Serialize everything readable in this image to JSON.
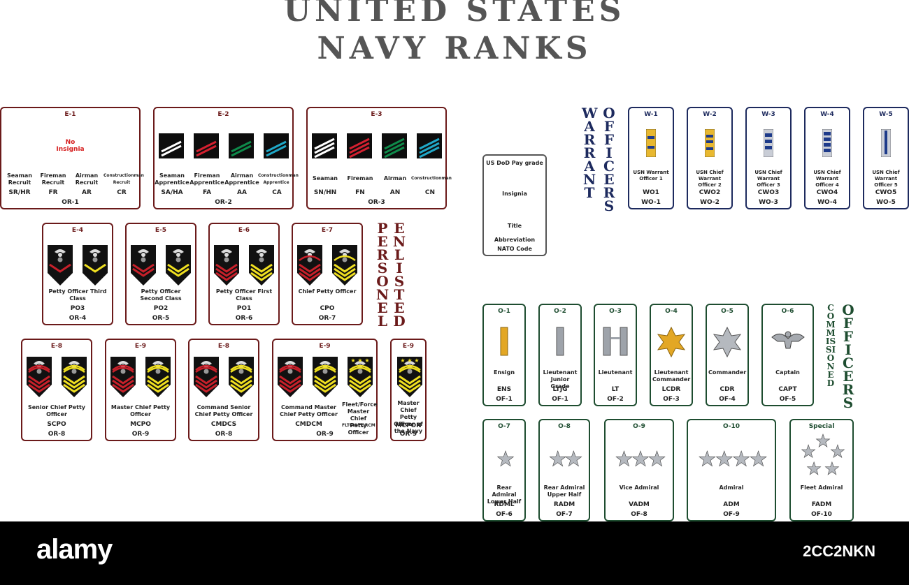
{
  "title": {
    "line1": "UNITED STATES",
    "line2": "NAVY RANKS"
  },
  "colors": {
    "enlisted": "#6b1a1a",
    "warrant": "#1d2a5e",
    "commissioned": "#1e4d30",
    "red": "#c8202a",
    "yellow": "#f0e020",
    "green": "#0e8a4a",
    "cyan": "#20a8c8",
    "gold": "#e8b830"
  },
  "legend": {
    "grade": "US DoD Pay grade",
    "insignia": "Insignia",
    "title": "Title",
    "abbr": "Abbreviation",
    "nato": "NATO Code"
  },
  "section_labels": {
    "enlisted_a": "PERSONEL",
    "enlisted_b": "ENLISTED",
    "warrant_a": "WARRANT",
    "warrant_b": "OFFICERS",
    "comm_a": "COMMISSIONED",
    "comm_b": "OFFICERS"
  },
  "e1": {
    "grade": "E-1",
    "no_insignia": "No Insignia",
    "nato": "OR-1",
    "cols": [
      {
        "title": "Seaman Recruit",
        "abbr": "SR/HR"
      },
      {
        "title": "Fireman Recruit",
        "abbr": "FR"
      },
      {
        "title": "Airman Recruit",
        "abbr": "AR"
      },
      {
        "title": "Constructionman Recruit",
        "abbr": "CR"
      }
    ]
  },
  "e2": {
    "grade": "E-2",
    "nato": "OR-2",
    "cols": [
      {
        "title": "Seaman Apprentice",
        "abbr": "SA/HA"
      },
      {
        "title": "Fireman Apprentice",
        "abbr": "FA"
      },
      {
        "title": "Airman Apprentice",
        "abbr": "AA"
      },
      {
        "title": "Constructionman Apprentice",
        "abbr": "CA"
      }
    ]
  },
  "e3": {
    "grade": "E-3",
    "nato": "OR-3",
    "cols": [
      {
        "title": "Seaman",
        "abbr": "SN/HN"
      },
      {
        "title": "Fireman",
        "abbr": "FN"
      },
      {
        "title": "Airman",
        "abbr": "AN"
      },
      {
        "title": "Constructionman",
        "abbr": "CN"
      }
    ]
  },
  "enlisted_row2": [
    {
      "grade": "E-4",
      "title": "Petty Officer Third Class",
      "abbr": "PO3",
      "nato": "OR-4"
    },
    {
      "grade": "E-5",
      "title": "Petty Officer Second Class",
      "abbr": "PO2",
      "nato": "OR-5"
    },
    {
      "grade": "E-6",
      "title": "Petty Officer First Class",
      "abbr": "PO1",
      "nato": "OR-6"
    },
    {
      "grade": "E-7",
      "title": "Chief Petty Officer",
      "abbr": "CPO",
      "nato": "OR-7"
    }
  ],
  "enlisted_row3": [
    {
      "grade": "E-8",
      "title": "Senior Chief Petty Officer",
      "abbr": "SCPO",
      "nato": "OR-8"
    },
    {
      "grade": "E-9",
      "title": "Master Chief Petty Officer",
      "abbr": "MCPO",
      "nato": "OR-9"
    },
    {
      "grade": "E-8",
      "title": "Command Senior Chief Petty Officer",
      "abbr": "CMDCS",
      "nato": "OR-8"
    },
    {
      "grade": "E-9",
      "title_a": "Command Master Chief Petty Officer",
      "abbr_a": "CMDCM",
      "title_b": "Fleet/Force Master Chief Petty Officer",
      "abbr_b": "FLTCM/FORCM",
      "nato": "OR-9"
    },
    {
      "grade": "E-9",
      "title": "Master Chief Petty Officer of the Navy",
      "abbr": "MCPON",
      "nato": "OR-9"
    }
  ],
  "warrant": [
    {
      "grade": "W-1",
      "title": "USN Warrant Officer 1",
      "abbr": "WO1",
      "nato": "WO-1"
    },
    {
      "grade": "W-2",
      "title": "USN Chief Warrant Officer 2",
      "abbr": "CWO2",
      "nato": "WO-2"
    },
    {
      "grade": "W-3",
      "title": "USN Chief Warrant Officer 3",
      "abbr": "CWO3",
      "nato": "WO-3"
    },
    {
      "grade": "W-4",
      "title": "USN Chief Warrant Officer 4",
      "abbr": "CWO4",
      "nato": "WO-4"
    },
    {
      "grade": "W-5",
      "title": "USN Chief Warrant Officer 5",
      "abbr": "CWO5",
      "nato": "WO-5"
    }
  ],
  "officers_row1": [
    {
      "grade": "O-1",
      "title": "Ensign",
      "abbr": "ENS",
      "nato": "OF-1"
    },
    {
      "grade": "O-2",
      "title": "Lieutenant Junior Grade",
      "abbr": "LTJG",
      "nato": "OF-1"
    },
    {
      "grade": "O-3",
      "title": "Lieutenant",
      "abbr": "LT",
      "nato": "OF-2"
    },
    {
      "grade": "O-4",
      "title": "Lieutenant Commander",
      "abbr": "LCDR",
      "nato": "OF-3"
    },
    {
      "grade": "O-5",
      "title": "Commander",
      "abbr": "CDR",
      "nato": "OF-4"
    },
    {
      "grade": "O-6",
      "title": "Captain",
      "abbr": "CAPT",
      "nato": "OF-5"
    }
  ],
  "officers_row2": [
    {
      "grade": "O-7",
      "title": "Rear Admiral Lower Half",
      "abbr": "RDML",
      "nato": "OF-6",
      "stars": 1
    },
    {
      "grade": "O-8",
      "title": "Rear Admiral Upper Half",
      "abbr": "RADM",
      "nato": "OF-7",
      "stars": 2
    },
    {
      "grade": "O-9",
      "title": "Vice Admiral",
      "abbr": "VADM",
      "nato": "OF-8",
      "stars": 3
    },
    {
      "grade": "O-10",
      "title": "Admiral",
      "abbr": "ADM",
      "nato": "OF-9",
      "stars": 4
    },
    {
      "grade": "Special",
      "title": "Fleet Admiral",
      "abbr": "FADM",
      "nato": "OF-10",
      "stars": 5
    }
  ],
  "footer": {
    "brand": "alamy",
    "image_id": "2CC2NKN"
  }
}
